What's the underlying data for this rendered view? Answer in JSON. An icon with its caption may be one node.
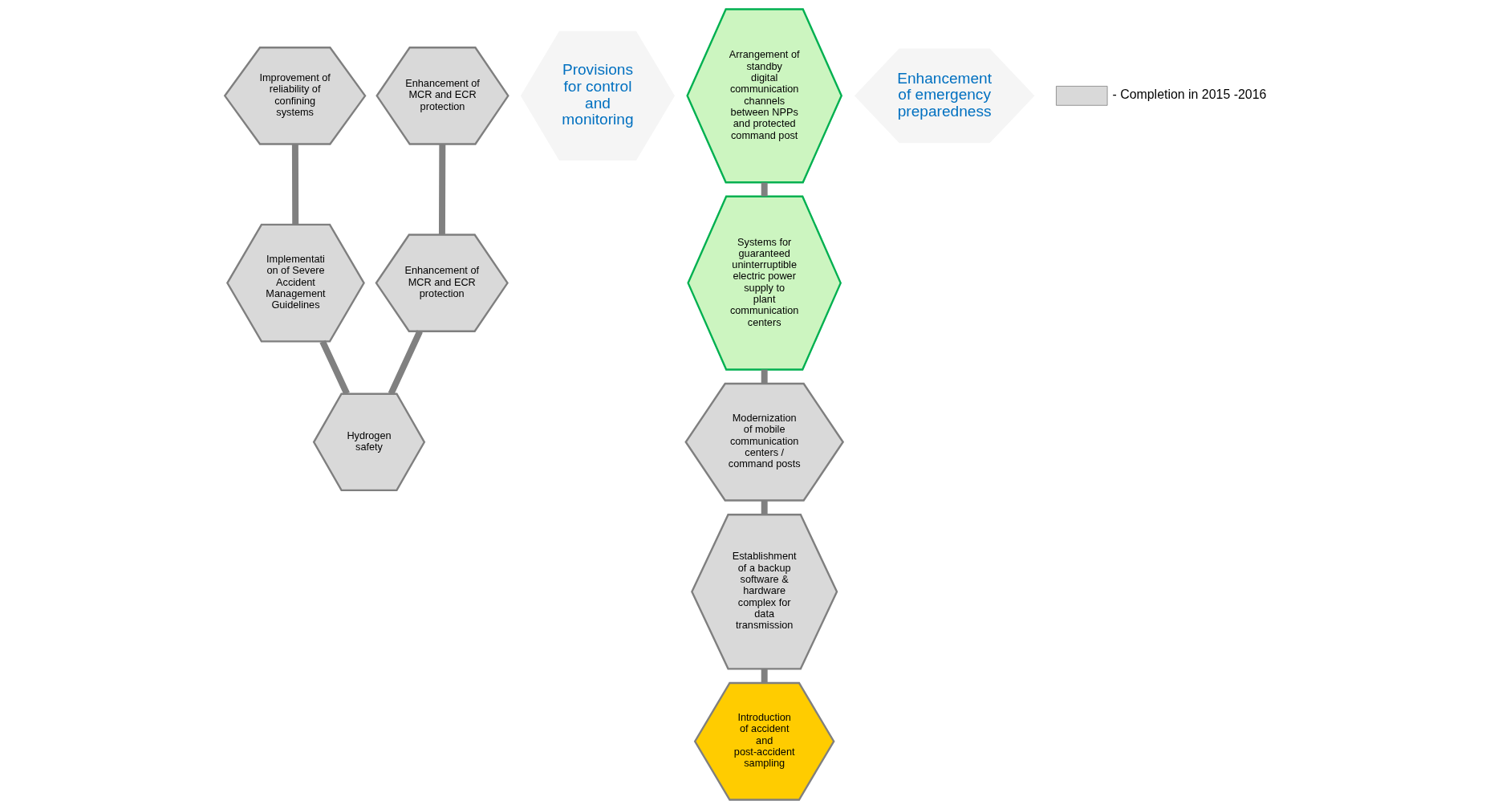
{
  "diagram": {
    "nodes": [
      {
        "text": [
          "Improvement of reliability of confining systems"
        ]
      },
      {
        "text": [
          "Implementati on of Severe Accident Management Guidelines"
        ]
      },
      {
        "text": [
          "Provisions for control and monitoring"
        ]
      },
      {
        "text": [
          "Enhancement of MCR and ECR protection"
        ]
      },
      {
        "text": [
          "Hydrogen safety"
        ]
      },
      {
        "text": [
          "Enhancement of MCR and ECR protection"
        ]
      },
      {
        "text": [
          "Arrangement of standby digital communication channels between NPPs and protected command post"
        ]
      },
      {
        "text": [
          "Systems for guaranteed uninterruptible electric power supply to plant communication centers"
        ]
      },
      {
        "text": [
          "Enhancement of emergency preparedness"
        ]
      },
      {
        "text": [
          "Introduction of accident and post-accident sampling"
        ]
      },
      {
        "text": [
          "Modernization of mobile communication centers / command posts"
        ]
      },
      {
        "text": [
          "Establishment of a backup software & hardware complex for data transmission"
        ]
      }
    ],
    "edges": [
      {
        "from": 0,
        "to": 1,
        "arrow": "none"
      },
      {
        "from": 1,
        "to": 4,
        "arrow": "none"
      },
      {
        "from": 3,
        "to": 5,
        "arrow": "none"
      },
      {
        "from": 5,
        "to": 4,
        "arrow": "none"
      },
      {
        "from": 6,
        "to": 7,
        "arrow": "none"
      },
      {
        "from": 7,
        "to": 10,
        "arrow": "none"
      },
      {
        "from": 10,
        "to": 11,
        "arrow": "none"
      },
      {
        "from": 11,
        "to": 9,
        "arrow": "none"
      }
    ],
    "legend": [
      {
        "text": "- Completion in 2015 -2016",
        "color": "#d9d9d9"
      }
    ]
  }
}
